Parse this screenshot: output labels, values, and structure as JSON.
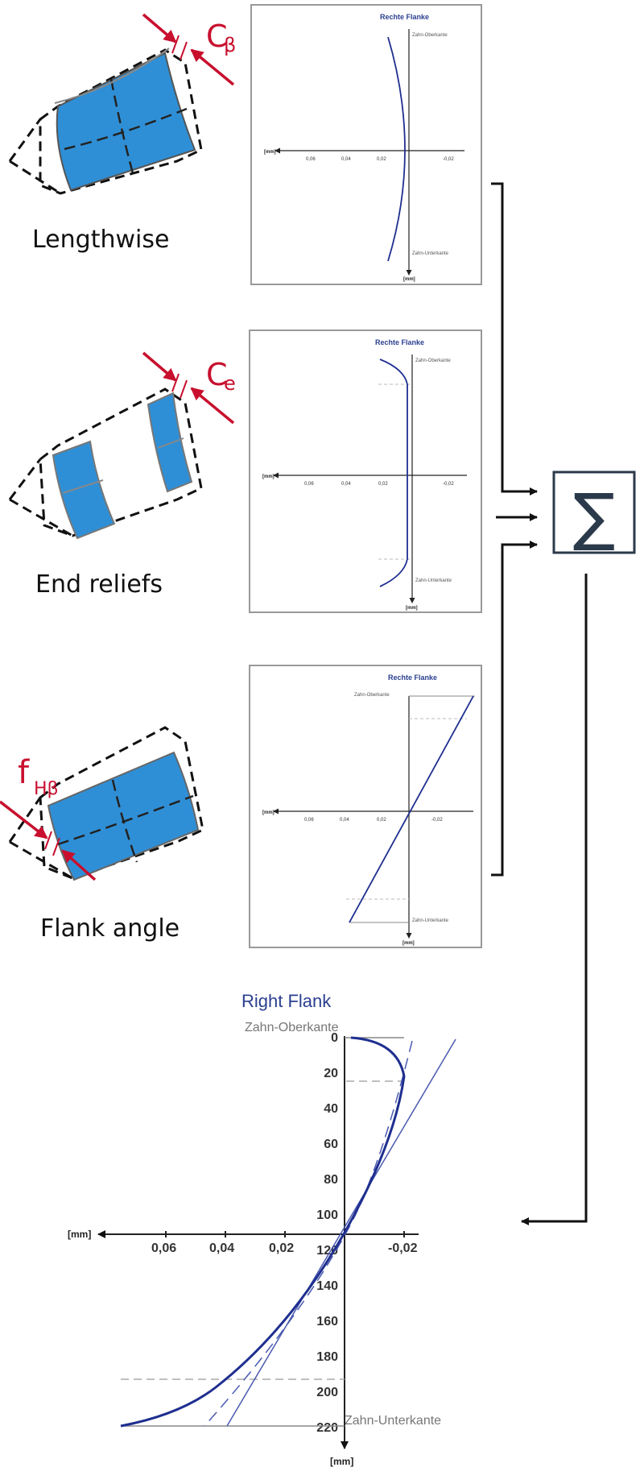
{
  "diagram": {
    "rows": [
      {
        "id": "lengthwise",
        "caption": "Lengthwise",
        "symbol": "C",
        "symbol_sub": "β",
        "plot_title": "Rechte Flanke",
        "top_label": "Zahn-Oberkante",
        "bottom_label": "Zahn-Unterkante"
      },
      {
        "id": "end-reliefs",
        "caption": "End reliefs",
        "symbol": "C",
        "symbol_sub": "e",
        "plot_title": "Rechte Flanke",
        "top_label": "Zahn-Oberkante",
        "bottom_label": "Zahn-Unterkante"
      },
      {
        "id": "flank-angle",
        "caption": "Flank angle",
        "symbol": "f",
        "symbol_sub": "Hβ",
        "plot_title": "Rechte Flanke",
        "top_label": "Zahn-Oberkante",
        "bottom_label": "Zahn-Unterkante"
      }
    ],
    "sum_symbol": "∑",
    "result": {
      "title": "Right Flank",
      "top_label": "Zahn-Oberkante",
      "bottom_label": "Zahn-Unterkante"
    },
    "axis": {
      "unit": "[mm]",
      "x_ticks": [
        "0,06",
        "0,04",
        "0,02",
        "-0,02"
      ],
      "y_ticks": [
        "0",
        "20",
        "40",
        "60",
        "80",
        "100",
        "120",
        "140",
        "160",
        "180",
        "200",
        "220"
      ]
    },
    "colors": {
      "tooth_fill": "#2f8fd6",
      "symbol_red": "#c8102e",
      "curve_blue": "#1f2f8f",
      "title_blue": "#2a3f8f",
      "arrow": "#111111"
    }
  }
}
